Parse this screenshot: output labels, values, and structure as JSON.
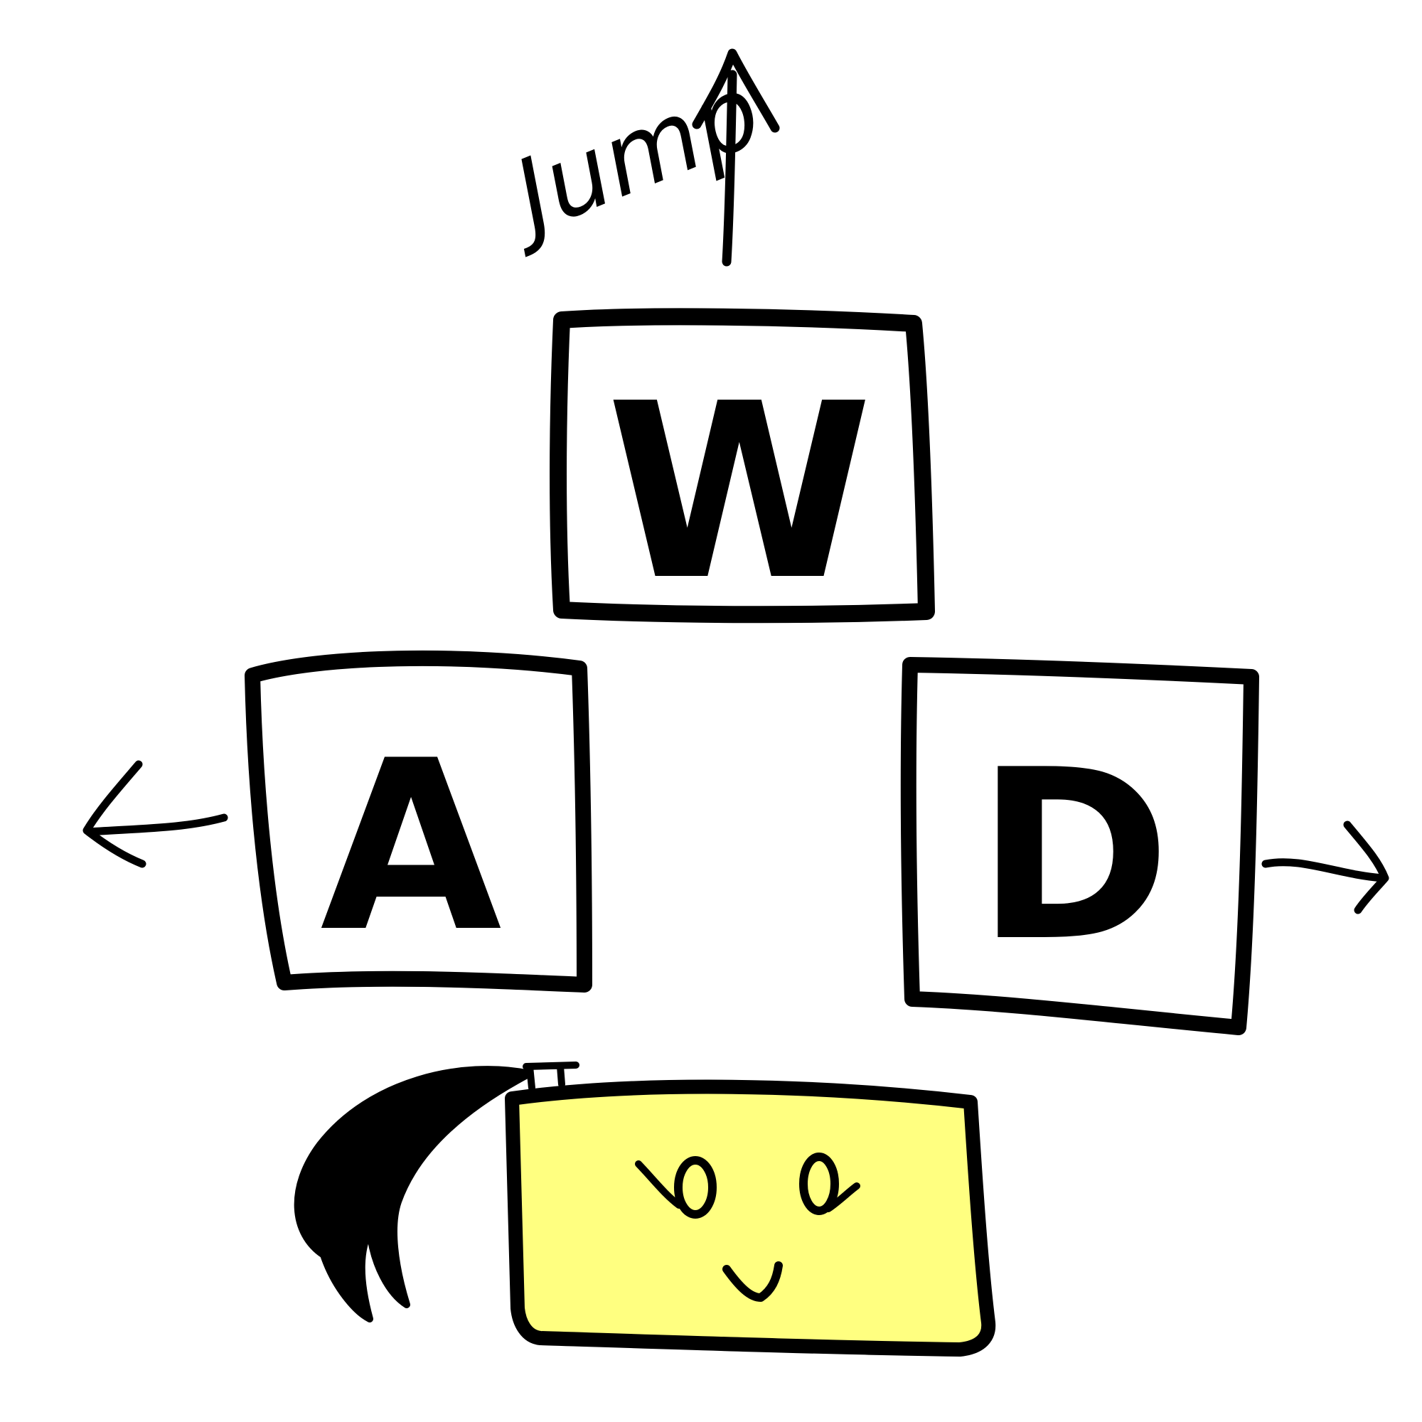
{
  "keys": {
    "w": {
      "letter": "W"
    },
    "a": {
      "letter": "A"
    },
    "d": {
      "letter": "D"
    }
  },
  "annotations": {
    "jump": "Jump"
  },
  "colors": {
    "ink": "#000000",
    "key_fill": "#ffffff",
    "character_fill": "#ffff80",
    "background": "#ffffff"
  },
  "icons": {
    "up": "arrow-up-icon",
    "left": "arrow-left-icon",
    "right": "arrow-right-icon",
    "character": "character-face-icon"
  }
}
